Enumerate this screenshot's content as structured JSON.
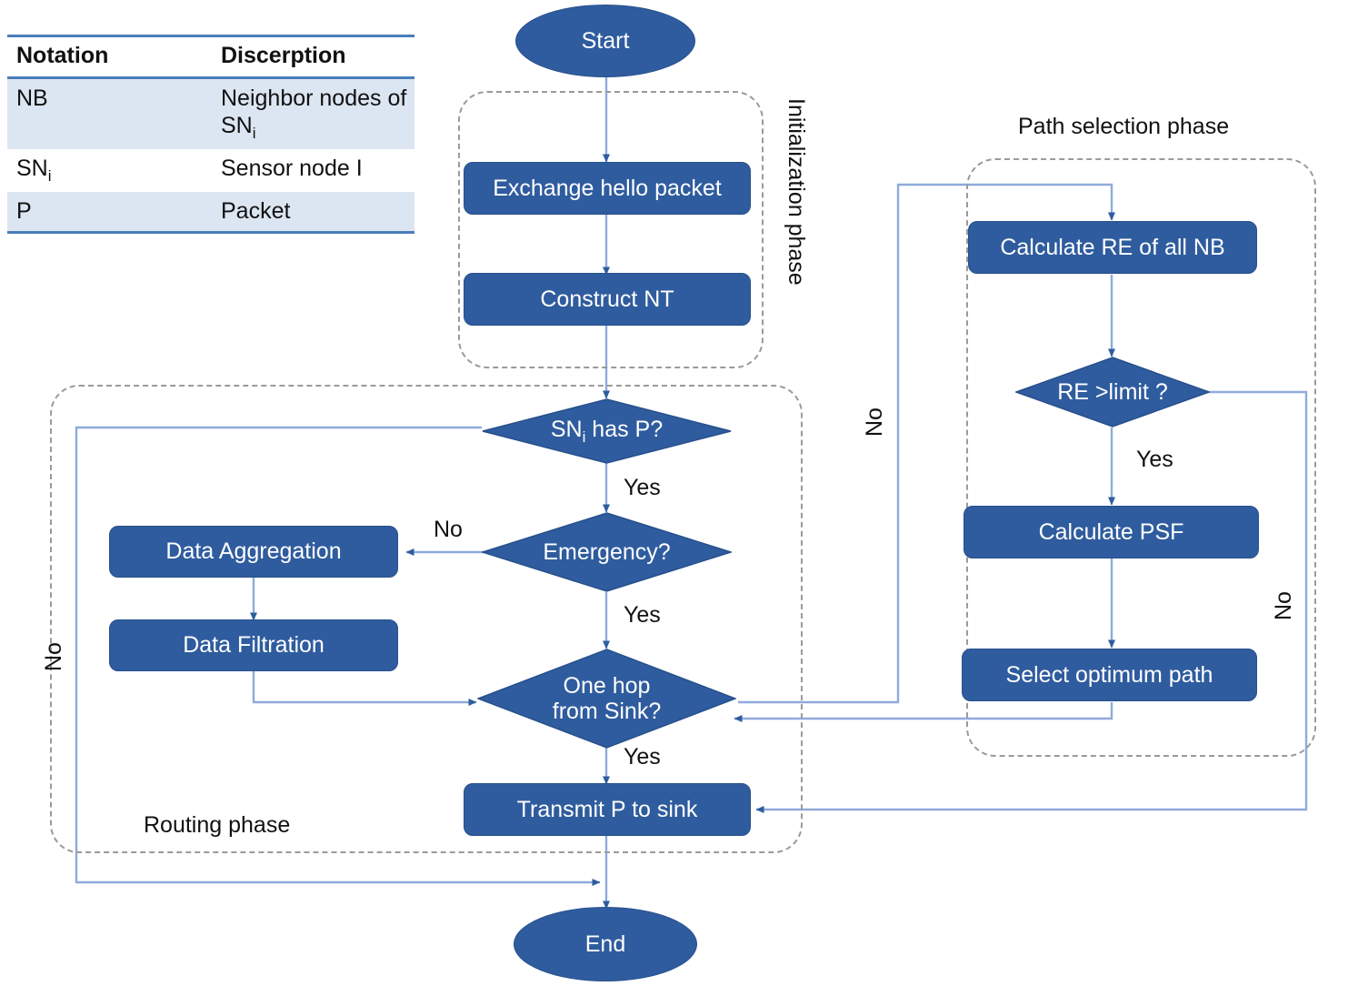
{
  "legend": {
    "headers": [
      "Notation",
      "Discerption"
    ],
    "rows": [
      {
        "notation": "NB",
        "notation_sub": "",
        "description": "Neighbor nodes of SN",
        "description_sub": "i"
      },
      {
        "notation": "SN",
        "notation_sub": "i",
        "description": "Sensor node I",
        "description_sub": ""
      },
      {
        "notation": "P",
        "notation_sub": "",
        "description": "Packet",
        "description_sub": ""
      }
    ]
  },
  "phases": {
    "initialization": "Initialization phase",
    "path_selection": "Path selection phase",
    "routing": "Routing  phase"
  },
  "nodes": {
    "start": "Start",
    "exchange_hello": "Exchange hello packet",
    "construct_nt": "Construct NT",
    "sn_has_p": "SN",
    "sn_has_p_sub": "i",
    "sn_has_p_tail": " has P?",
    "emergency": "Emergency?",
    "data_aggregation": "Data Aggregation",
    "data_filtration": "Data Filtration",
    "one_hop_line1": "One hop",
    "one_hop_line2": "from Sink?",
    "transmit": "Transmit P to sink",
    "end": "End",
    "calculate_re": "Calculate RE of all NB",
    "re_limit": "RE >limit ?",
    "calculate_psf": "Calculate PSF",
    "select_path": "Select optimum path"
  },
  "edge_labels": {
    "yes_sn_has_p": "Yes",
    "no_sn_has_p": "No",
    "no_emergency": "No",
    "yes_emergency": "Yes",
    "yes_one_hop": "Yes",
    "no_one_hop": "No",
    "yes_re_limit": "Yes",
    "no_re_limit": "No"
  },
  "colors": {
    "node_fill": "#2f5c9e",
    "node_stroke": "#27508c",
    "connector": "#8faadc",
    "arrowhead": "#2f5c9e",
    "group_border": "#9a9a9a",
    "table_rule": "#4a7ebb",
    "table_alt_row": "#dce6f2",
    "text": "#111111",
    "node_text": "#ffffff"
  }
}
